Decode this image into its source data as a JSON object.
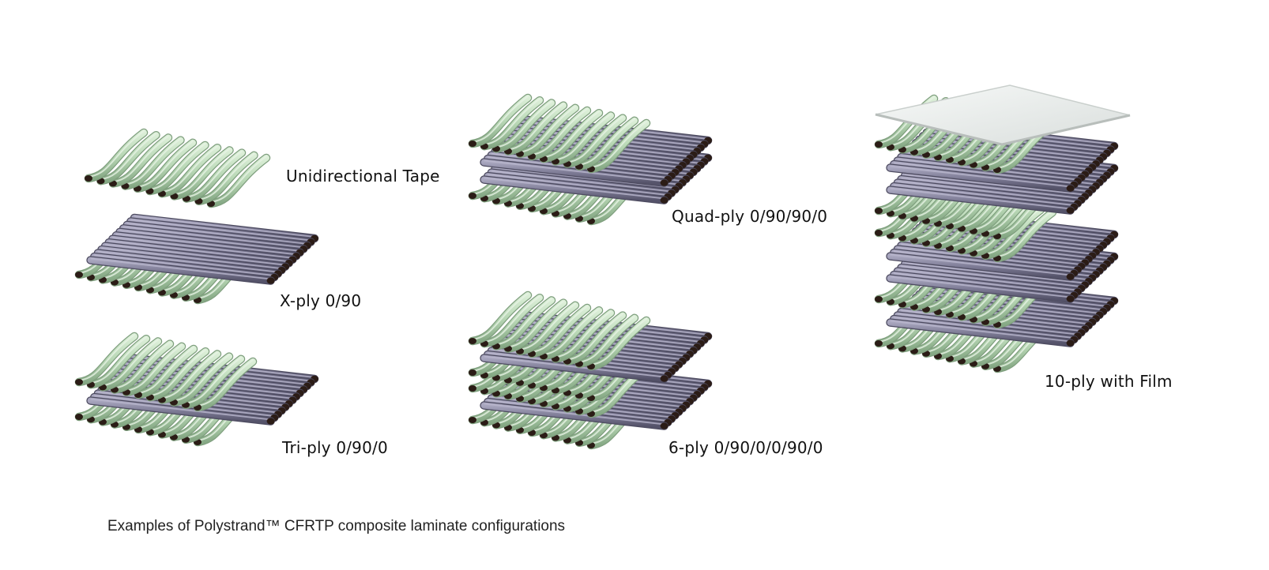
{
  "labels": {
    "unidirectional": "Unidirectional Tape",
    "xply": "X-ply 0/90",
    "triply": "Tri-ply 0/90/0",
    "quadply": "Quad-ply 0/90/90/0",
    "sixply": "6-ply 0/90/0/0/90/0",
    "tenply": "10-ply with Film"
  },
  "caption": "Examples of Polystrand™ CFRTP composite laminate configurations",
  "colors": {
    "green": "#b8d7b5",
    "green_dark": "#86a985",
    "purple": "#7e7c96",
    "purple_dark": "#55536a",
    "end": "#2b1c16",
    "film": "#ecf0ee"
  },
  "stacks": {
    "unidirectional": [
      "green"
    ],
    "xply": [
      "green",
      "purple"
    ],
    "triply": [
      "green",
      "purple",
      "green"
    ],
    "quadply": [
      "green",
      "purple",
      "purple",
      "green"
    ],
    "sixply": [
      "green",
      "purple",
      "green",
      "green",
      "purple",
      "green"
    ],
    "tenply": [
      "green",
      "purple",
      "green",
      "purple",
      "purple",
      "green",
      "green",
      "purple",
      "purple",
      "green",
      "film"
    ]
  }
}
